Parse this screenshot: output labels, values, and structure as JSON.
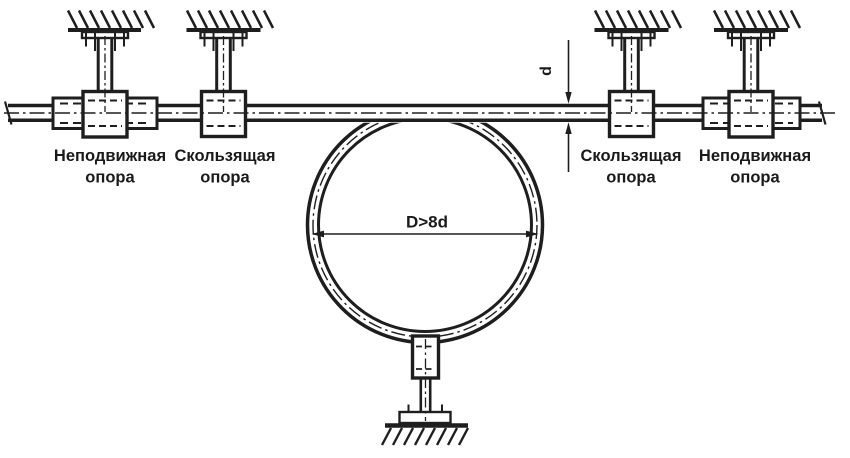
{
  "page": {
    "background": "#ffffff",
    "line_color": "#1e1e1e"
  },
  "supports": [
    {
      "position": "left-outer",
      "label_line1": "Неподвижная",
      "label_line2": "опора"
    },
    {
      "position": "left-inner",
      "label_line1": "Скользящая",
      "label_line2": "опора"
    },
    {
      "position": "right-inner",
      "label_line1": "Скользящая",
      "label_line2": "опора"
    },
    {
      "position": "right-outer",
      "label_line1": "Неподвижная",
      "label_line2": "опора"
    }
  ],
  "dimensions": {
    "pipe_diameter": "d",
    "loop_diameter": "D>8d"
  }
}
